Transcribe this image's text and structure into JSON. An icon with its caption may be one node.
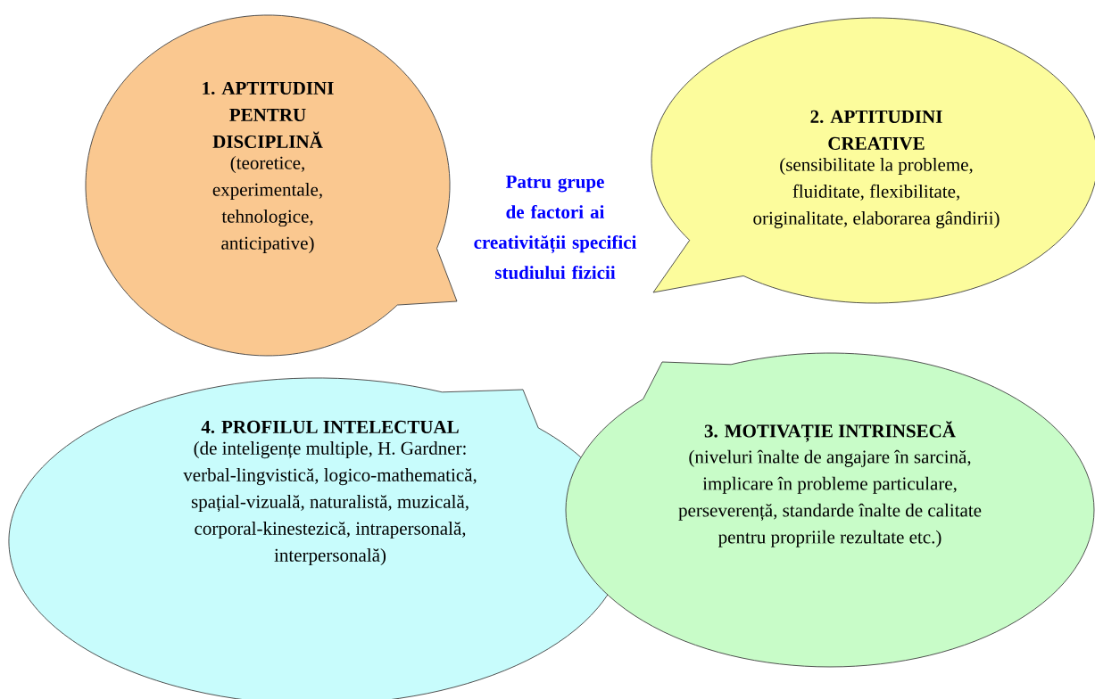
{
  "diagram": {
    "title": "Patru grupe de factori ai creativității specifici studiului fizicii",
    "nodes": [
      {
        "text": [
          "1. APTITUDINI PENTRU DISCIPLINĂ",
          "(teoretice, experimentale, tehnologice, anticipative)"
        ]
      },
      {
        "text": [
          "2. APTITUDINI CREATIVE",
          "(sensibilitate la probleme, fluiditate, flexibilitate, originalitate, elaborarea gândirii)"
        ]
      },
      {
        "text": [
          "4. PROFILUL INTELECTUAL",
          "(de inteligențe multiple, H. Gardner: verbal-lingvistică, logico-mathematică, spațial-vizuală, naturalistă, muzicală, corporal-kinestezică, intrapersonală, interpersonală)"
        ]
      },
      {
        "text": [
          "3. MOTIVAȚIE INTRINSECĂ",
          "(niveluri înalte de angajare în sarcină, implicare în probleme particulare, perseverență, standarde înalte de calitate pentru propriile rezultate etc.)"
        ]
      }
    ]
  }
}
